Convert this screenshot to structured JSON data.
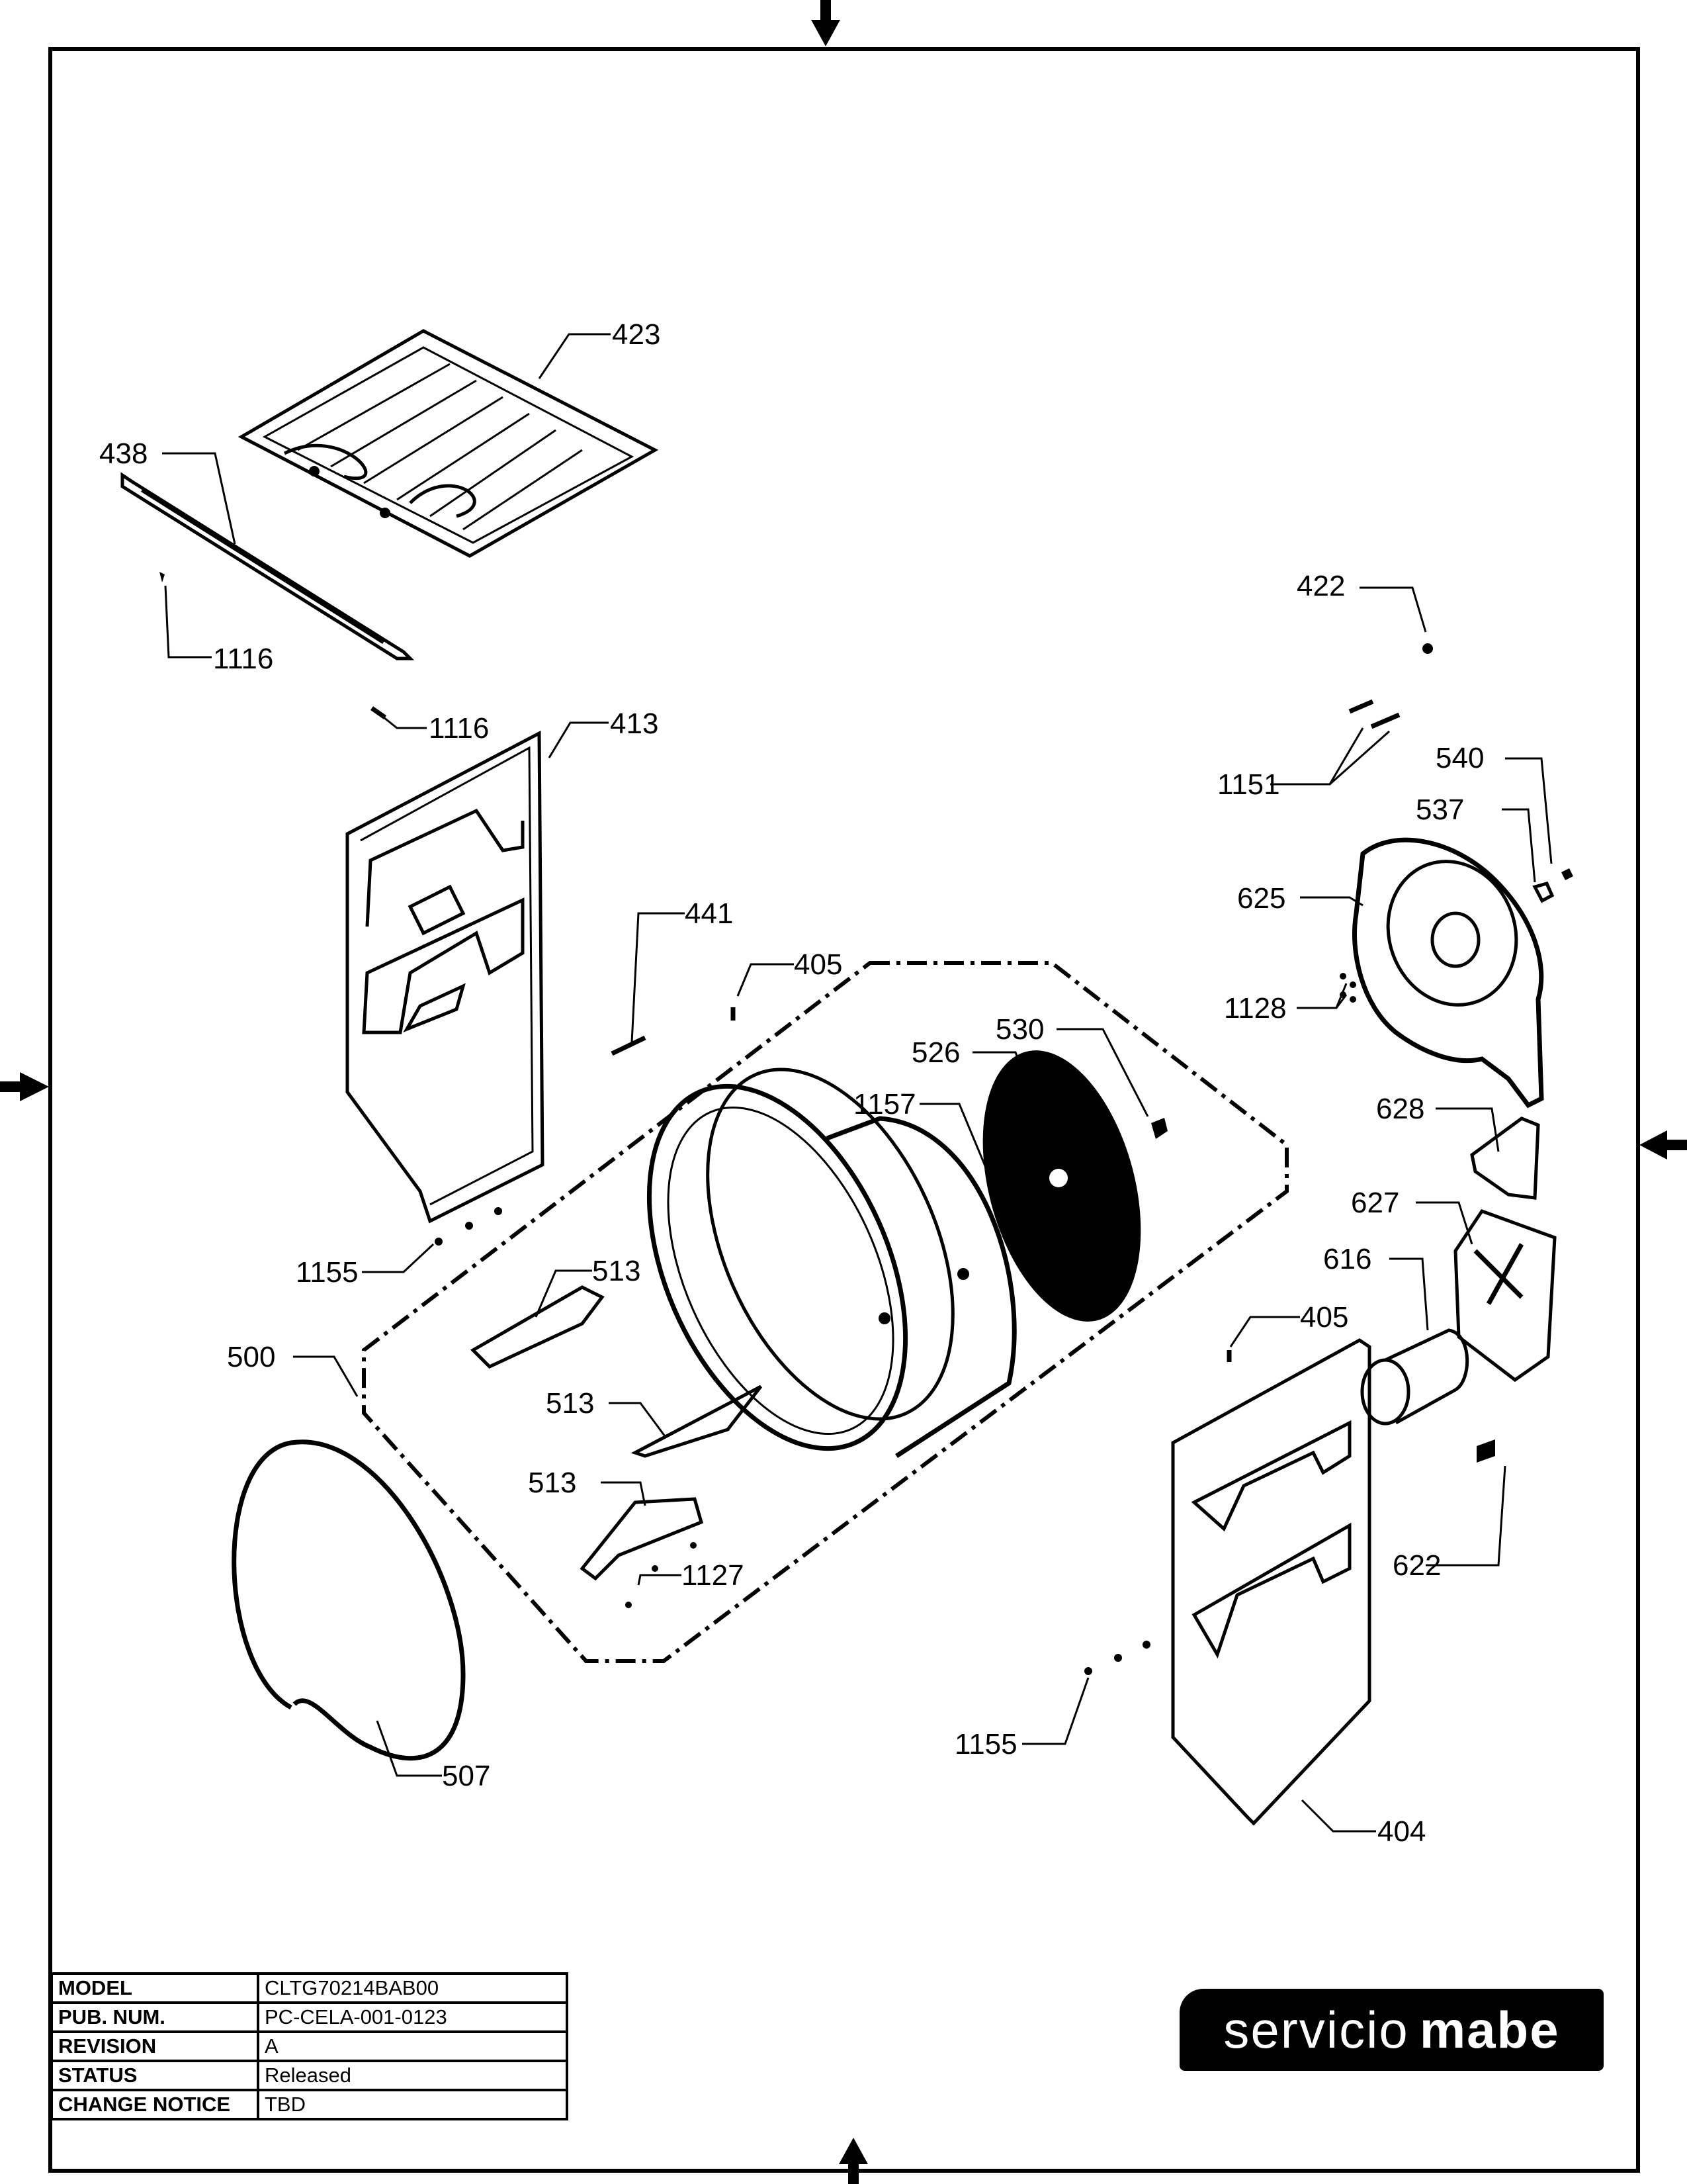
{
  "title_block": {
    "rows": [
      {
        "key": "MODEL",
        "value": "CLTG70214BAB00"
      },
      {
        "key": "PUB. NUM.",
        "value": "PC-CELA-001-0123"
      },
      {
        "key": "REVISION",
        "value": "A"
      },
      {
        "key": "STATUS",
        "value": "Released"
      },
      {
        "key": "CHANGE NOTICE",
        "value": "TBD"
      }
    ]
  },
  "logo": {
    "part1": "servicio",
    "part2": "mabe"
  },
  "callouts": {
    "c423": "423",
    "c438": "438",
    "c1116a": "1116",
    "c1116b": "1116",
    "c413": "413",
    "c422": "422",
    "c1151": "1151",
    "c540": "540",
    "c537": "537",
    "c625": "625",
    "c1128": "1128",
    "c441": "441",
    "c405a": "405",
    "c530": "530",
    "c526": "526",
    "c1157": "1157",
    "c628": "628",
    "c627": "627",
    "c616": "616",
    "c405b": "405",
    "c1155a": "1155",
    "c513a": "513",
    "c513b": "513",
    "c513c": "513",
    "c500": "500",
    "c1127": "1127",
    "c622": "622",
    "c507": "507",
    "c1155b": "1155",
    "c404": "404"
  }
}
